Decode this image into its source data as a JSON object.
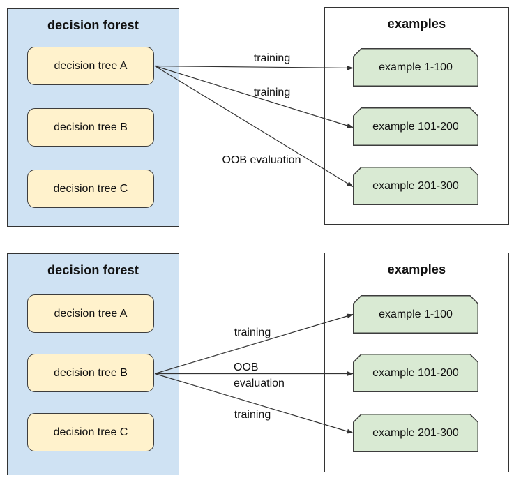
{
  "colors": {
    "forest_fill": "#cfe2f3",
    "tree_fill": "#fff2cc",
    "example_fill": "#d9ead3",
    "outer_border": "#333333",
    "node_border": "#3d3d3d",
    "arrow_color": "#333333",
    "text_color": "#111111"
  },
  "panels": [
    {
      "forest_title": "decision forest",
      "trees": [
        "decision tree A",
        "decision tree B",
        "decision tree C"
      ],
      "examples_title": "examples",
      "examples": [
        "example 1-100",
        "example 101-200",
        "example 201-300"
      ],
      "arrows": [
        {
          "from": "decision tree A",
          "to": "example 1-100",
          "label_lines": [
            "training"
          ]
        },
        {
          "from": "decision tree A",
          "to": "example 101-200",
          "label_lines": [
            "training"
          ]
        },
        {
          "from": "decision tree A",
          "to": "example 201-300",
          "label_lines": [
            "OOB evaluation"
          ]
        }
      ]
    },
    {
      "forest_title": "decision forest",
      "trees": [
        "decision tree A",
        "decision tree B",
        "decision tree C"
      ],
      "examples_title": "examples",
      "examples": [
        "example 1-100",
        "example 101-200",
        "example 201-300"
      ],
      "arrows": [
        {
          "from": "decision tree B",
          "to": "example 1-100",
          "label_lines": [
            "training"
          ]
        },
        {
          "from": "decision tree B",
          "to": "example 101-200",
          "label_lines": [
            "OOB",
            "evaluation"
          ]
        },
        {
          "from": "decision tree B",
          "to": "example 201-300",
          "label_lines": [
            "training"
          ]
        }
      ]
    }
  ]
}
